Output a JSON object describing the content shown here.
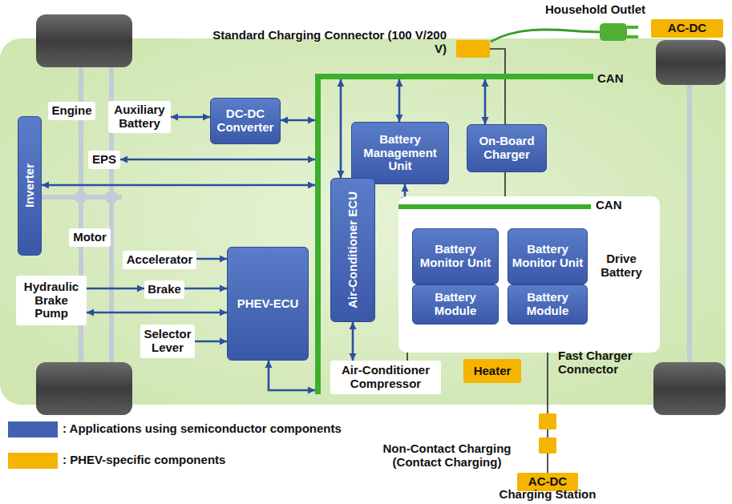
{
  "diagram": {
    "nodes": [
      {
        "text": [
          "AC-DC"
        ]
      },
      {
        "text": [
          "Standard Charging Connector (100 V/200 V)"
        ]
      },
      {
        "text": [
          "Engine"
        ]
      },
      {
        "text": [
          "Auxiliary Battery"
        ]
      },
      {
        "text": [
          "DC-DC Converter"
        ]
      },
      {
        "text": [
          "CAN"
        ]
      },
      {
        "text": [
          "Battery Management Unit"
        ]
      },
      {
        "text": [
          "On-Board Charger"
        ]
      },
      {
        "text": [
          "Inverter"
        ]
      },
      {
        "text": [
          "EPS"
        ]
      },
      {
        "text": [
          "Air-Conditioner ECU"
        ]
      },
      {
        "text": [
          "Drive Battery"
        ]
      },
      {
        "text": [
          "CAN"
        ],
        "in": 11
      },
      {
        "text": [
          "Battery Monitor Unit"
        ],
        "in": 11
      },
      {
        "text": [
          "Battery Module"
        ],
        "in": 11
      },
      {
        "text": [
          "Battery Monitor Unit"
        ],
        "in": 11
      },
      {
        "text": [
          "Battery Module"
        ],
        "in": 11
      },
      {
        "text": [
          "Motor"
        ]
      },
      {
        "text": [
          "Accelerator"
        ]
      },
      {
        "text": [
          "Hydraulic Brake Pump"
        ]
      },
      {
        "text": [
          "Brake"
        ]
      },
      {
        "text": [
          "PHEV-ECU"
        ]
      },
      {
        "text": [
          "Selector Lever"
        ]
      },
      {
        "text": [
          "Air-Conditioner Compressor"
        ]
      },
      {
        "text": [
          "Heater"
        ]
      },
      {
        "text": [
          "Fast Charger Connector"
        ]
      },
      {
        "text": [
          "Non-Contact Charging (Contact Charging)"
        ]
      },
      {
        "text": [
          "AC-DC"
        ]
      }
    ],
    "edges": [
      {
        "from": 3,
        "to": 4,
        "arrow": "both"
      },
      {
        "from": 4,
        "to": 5,
        "arrow": "both"
      },
      {
        "from": 9,
        "to": 5,
        "arrow": "both"
      },
      {
        "from": 8,
        "to": 5,
        "arrow": "both"
      },
      {
        "from": 6,
        "to": 5,
        "arrow": "both"
      },
      {
        "from": 7,
        "to": 5,
        "arrow": "both"
      },
      {
        "from": 10,
        "to": 5,
        "arrow": "both"
      },
      {
        "from": 6,
        "to": 12,
        "arrow": "both"
      },
      {
        "from": 13,
        "to": 12,
        "arrow": "both"
      },
      {
        "from": 15,
        "to": 12,
        "arrow": "both"
      },
      {
        "from": 1,
        "to": 7,
        "arrow": "none"
      },
      {
        "from": 7,
        "to": 11,
        "arrow": "none"
      },
      {
        "from": 10,
        "to": 23,
        "arrow": "both"
      },
      {
        "from": 18,
        "to": 21,
        "arrow": "to"
      },
      {
        "from": 20,
        "to": 21,
        "arrow": "to"
      },
      {
        "from": 19,
        "to": 20,
        "arrow": "to"
      },
      {
        "from": 19,
        "to": 21,
        "arrow": "both"
      },
      {
        "from": 22,
        "to": 21,
        "arrow": "to"
      },
      {
        "from": 21,
        "to": 5,
        "arrow": "both"
      },
      {
        "from": 11,
        "to": 23,
        "arrow": "none"
      },
      {
        "from": 16,
        "to": 25,
        "arrow": "none"
      },
      {
        "from": 25,
        "to": 26,
        "arrow": "none"
      },
      {
        "from": 26,
        "to": 27,
        "arrow": "none"
      }
    ],
    "labels": [
      "Household Outlet",
      "Charging Station"
    ],
    "legend": [
      {
        "text": ": Applications using semiconductor components",
        "color": "#4262b0"
      },
      {
        "text": ": PHEV-specific components",
        "color": "#f5b400"
      }
    ]
  }
}
